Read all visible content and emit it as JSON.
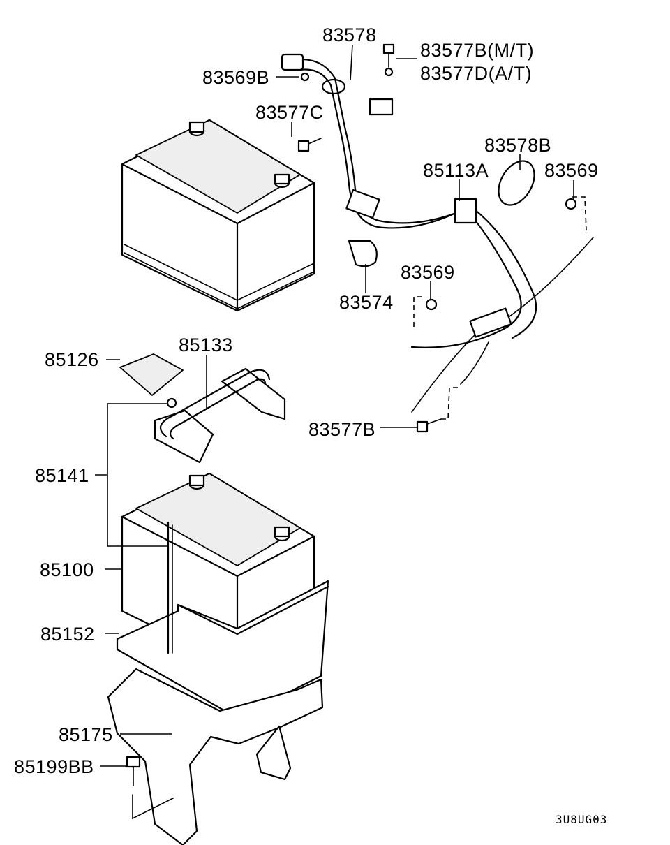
{
  "diagram": {
    "reference_code": "3U8UG03",
    "callouts": [
      {
        "id": "c83578",
        "text": "83578"
      },
      {
        "id": "c83577b_mt",
        "text": "83577B(M/T)"
      },
      {
        "id": "c83577d_at",
        "text": "83577D(A/T)"
      },
      {
        "id": "c83569b",
        "text": "83569B"
      },
      {
        "id": "c83577c",
        "text": "83577C"
      },
      {
        "id": "c83578b",
        "text": "83578B"
      },
      {
        "id": "c85113a",
        "text": "85113A"
      },
      {
        "id": "c83569_top",
        "text": "83569"
      },
      {
        "id": "c83574",
        "text": "83574"
      },
      {
        "id": "c83569_mid",
        "text": "83569"
      },
      {
        "id": "c85126",
        "text": "85126"
      },
      {
        "id": "c85133",
        "text": "85133"
      },
      {
        "id": "c83577b_low",
        "text": "83577B"
      },
      {
        "id": "c85141",
        "text": "85141"
      },
      {
        "id": "c85100",
        "text": "85100"
      },
      {
        "id": "c85152",
        "text": "85152"
      },
      {
        "id": "c85175",
        "text": "85175"
      },
      {
        "id": "c85199bb",
        "text": "85199BB"
      }
    ]
  }
}
